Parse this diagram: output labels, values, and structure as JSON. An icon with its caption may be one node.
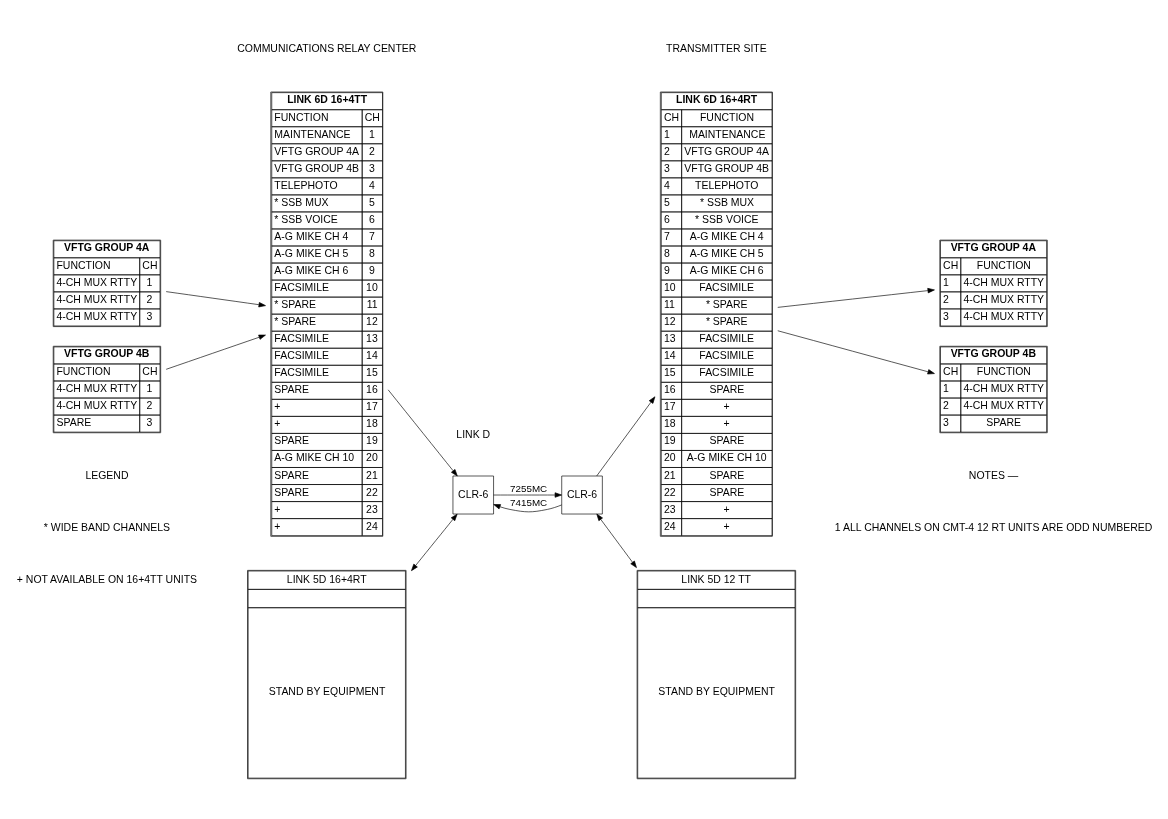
{
  "diagram": {
    "nodes": [
      {
        "text": [
          "VFTG GROUP 4A",
          "FUNCTION",
          "CH",
          "4-CH MUX RTTY",
          "1",
          "4-CH MUX RTTY",
          "2",
          "4-CH MUX RTTY",
          "3"
        ]
      },
      {
        "text": [
          "VFTG GROUP 4B",
          "FUNCTION",
          "CH",
          "4-CH MUX RTTY",
          "1",
          "4-CH MUX RTTY",
          "2",
          "SPARE",
          "3"
        ]
      },
      {
        "text": [
          "LINK 6D 16+4TT",
          "FUNCTION",
          "CH",
          "MAINTENANCE",
          "1",
          "VFTG GROUP 4A",
          "2",
          "VFTG GROUP 4B",
          "3",
          "TELEPHOTO",
          "4",
          "* SSB MUX",
          "5",
          "* SSB VOICE",
          "6",
          "A-G MIKE CH 4",
          "7",
          "A-G MIKE CH 5",
          "8",
          "A-G MIKE CH 6",
          "9",
          "FACSIMILE",
          "10",
          "* SPARE",
          "11",
          "* SPARE",
          "12",
          "FACSIMILE",
          "13",
          "FACSIMILE",
          "14",
          "FACSIMILE",
          "15",
          "SPARE",
          "16",
          "+",
          "17",
          "+",
          "18",
          "SPARE",
          "19",
          "A-G MIKE CH 10",
          "20",
          "SPARE",
          "21",
          "SPARE",
          "22",
          "+",
          "23",
          "+",
          "24"
        ]
      },
      {
        "text": [
          "LINK 5D 16+4RT",
          "STAND BY EQUIPMENT"
        ]
      },
      {
        "text": [
          "CLR-6"
        ]
      },
      {
        "text": [
          "CLR-6"
        ]
      },
      {
        "text": [
          "LINK 6D 16+4RT",
          "CH",
          "FUNCTION",
          "1",
          "MAINTENANCE",
          "2",
          "VFTG GROUP 4A",
          "3",
          "VFTG GROUP 4B",
          "4",
          "TELEPHOTO",
          "5",
          "* SSB MUX",
          "6",
          "* SSB VOICE",
          "7",
          "A-G MIKE CH 4",
          "8",
          "A-G MIKE CH 5",
          "9",
          "A-G MIKE CH 6",
          "10",
          "FACSIMILE",
          "11",
          "* SPARE",
          "12",
          "* SPARE",
          "13",
          "FACSIMILE",
          "14",
          "FACSIMILE",
          "15",
          "FACSIMILE",
          "16",
          "SPARE",
          "17",
          "+",
          "18",
          "+",
          "19",
          "SPARE",
          "20",
          "A-G MIKE CH 10",
          "21",
          "SPARE",
          "22",
          "SPARE",
          "23",
          "+",
          "24",
          "+"
        ]
      },
      {
        "text": [
          "VFTG GROUP 4A",
          "CH",
          "FUNCTION",
          "1",
          "4-CH MUX RTTY",
          "2",
          "4-CH MUX RTTY",
          "3",
          "4-CH MUX RTTY"
        ]
      },
      {
        "text": [
          "VFTG GROUP 4B",
          "CH",
          "FUNCTION",
          "1",
          "4-CH MUX RTTY",
          "2",
          "4-CH MUX RTTY",
          "3",
          "SPARE"
        ]
      },
      {
        "text": [
          "LINK 5D 12 TT",
          "STAND BY EQUIPMENT"
        ]
      }
    ],
    "edges": [
      {
        "from": 0,
        "to": 2,
        "arrow": "to"
      },
      {
        "from": 1,
        "to": 2,
        "arrow": "to"
      },
      {
        "from": 2,
        "to": 4,
        "arrow": "to"
      },
      {
        "from": 3,
        "to": 4,
        "arrow": "both"
      },
      {
        "from": 4,
        "to": 5,
        "arrow": "to",
        "label": "7255MC"
      },
      {
        "from": 5,
        "to": 4,
        "arrow": "to",
        "label": "7415MC"
      },
      {
        "from": 5,
        "to": 6,
        "arrow": "to"
      },
      {
        "from": 5,
        "to": 9,
        "arrow": "both"
      },
      {
        "from": 6,
        "to": 7,
        "arrow": "to"
      },
      {
        "from": 6,
        "to": 8,
        "arrow": "to"
      }
    ],
    "labels": [
      "COMMUNICATIONS RELAY CENTER",
      "LINK D",
      "TRANSMITTER SITE",
      "LEGEND",
      "NOTES —",
      "1 ALL CHANNELS ON CMT-4 12 RT UNITS ARE ODD NUMBERED"
    ],
    "legend": [
      {
        "text": "* WIDE BAND CHANNELS"
      },
      {
        "text": "+ NOT AVAILABLE ON 16+4TT UNITS"
      }
    ]
  }
}
